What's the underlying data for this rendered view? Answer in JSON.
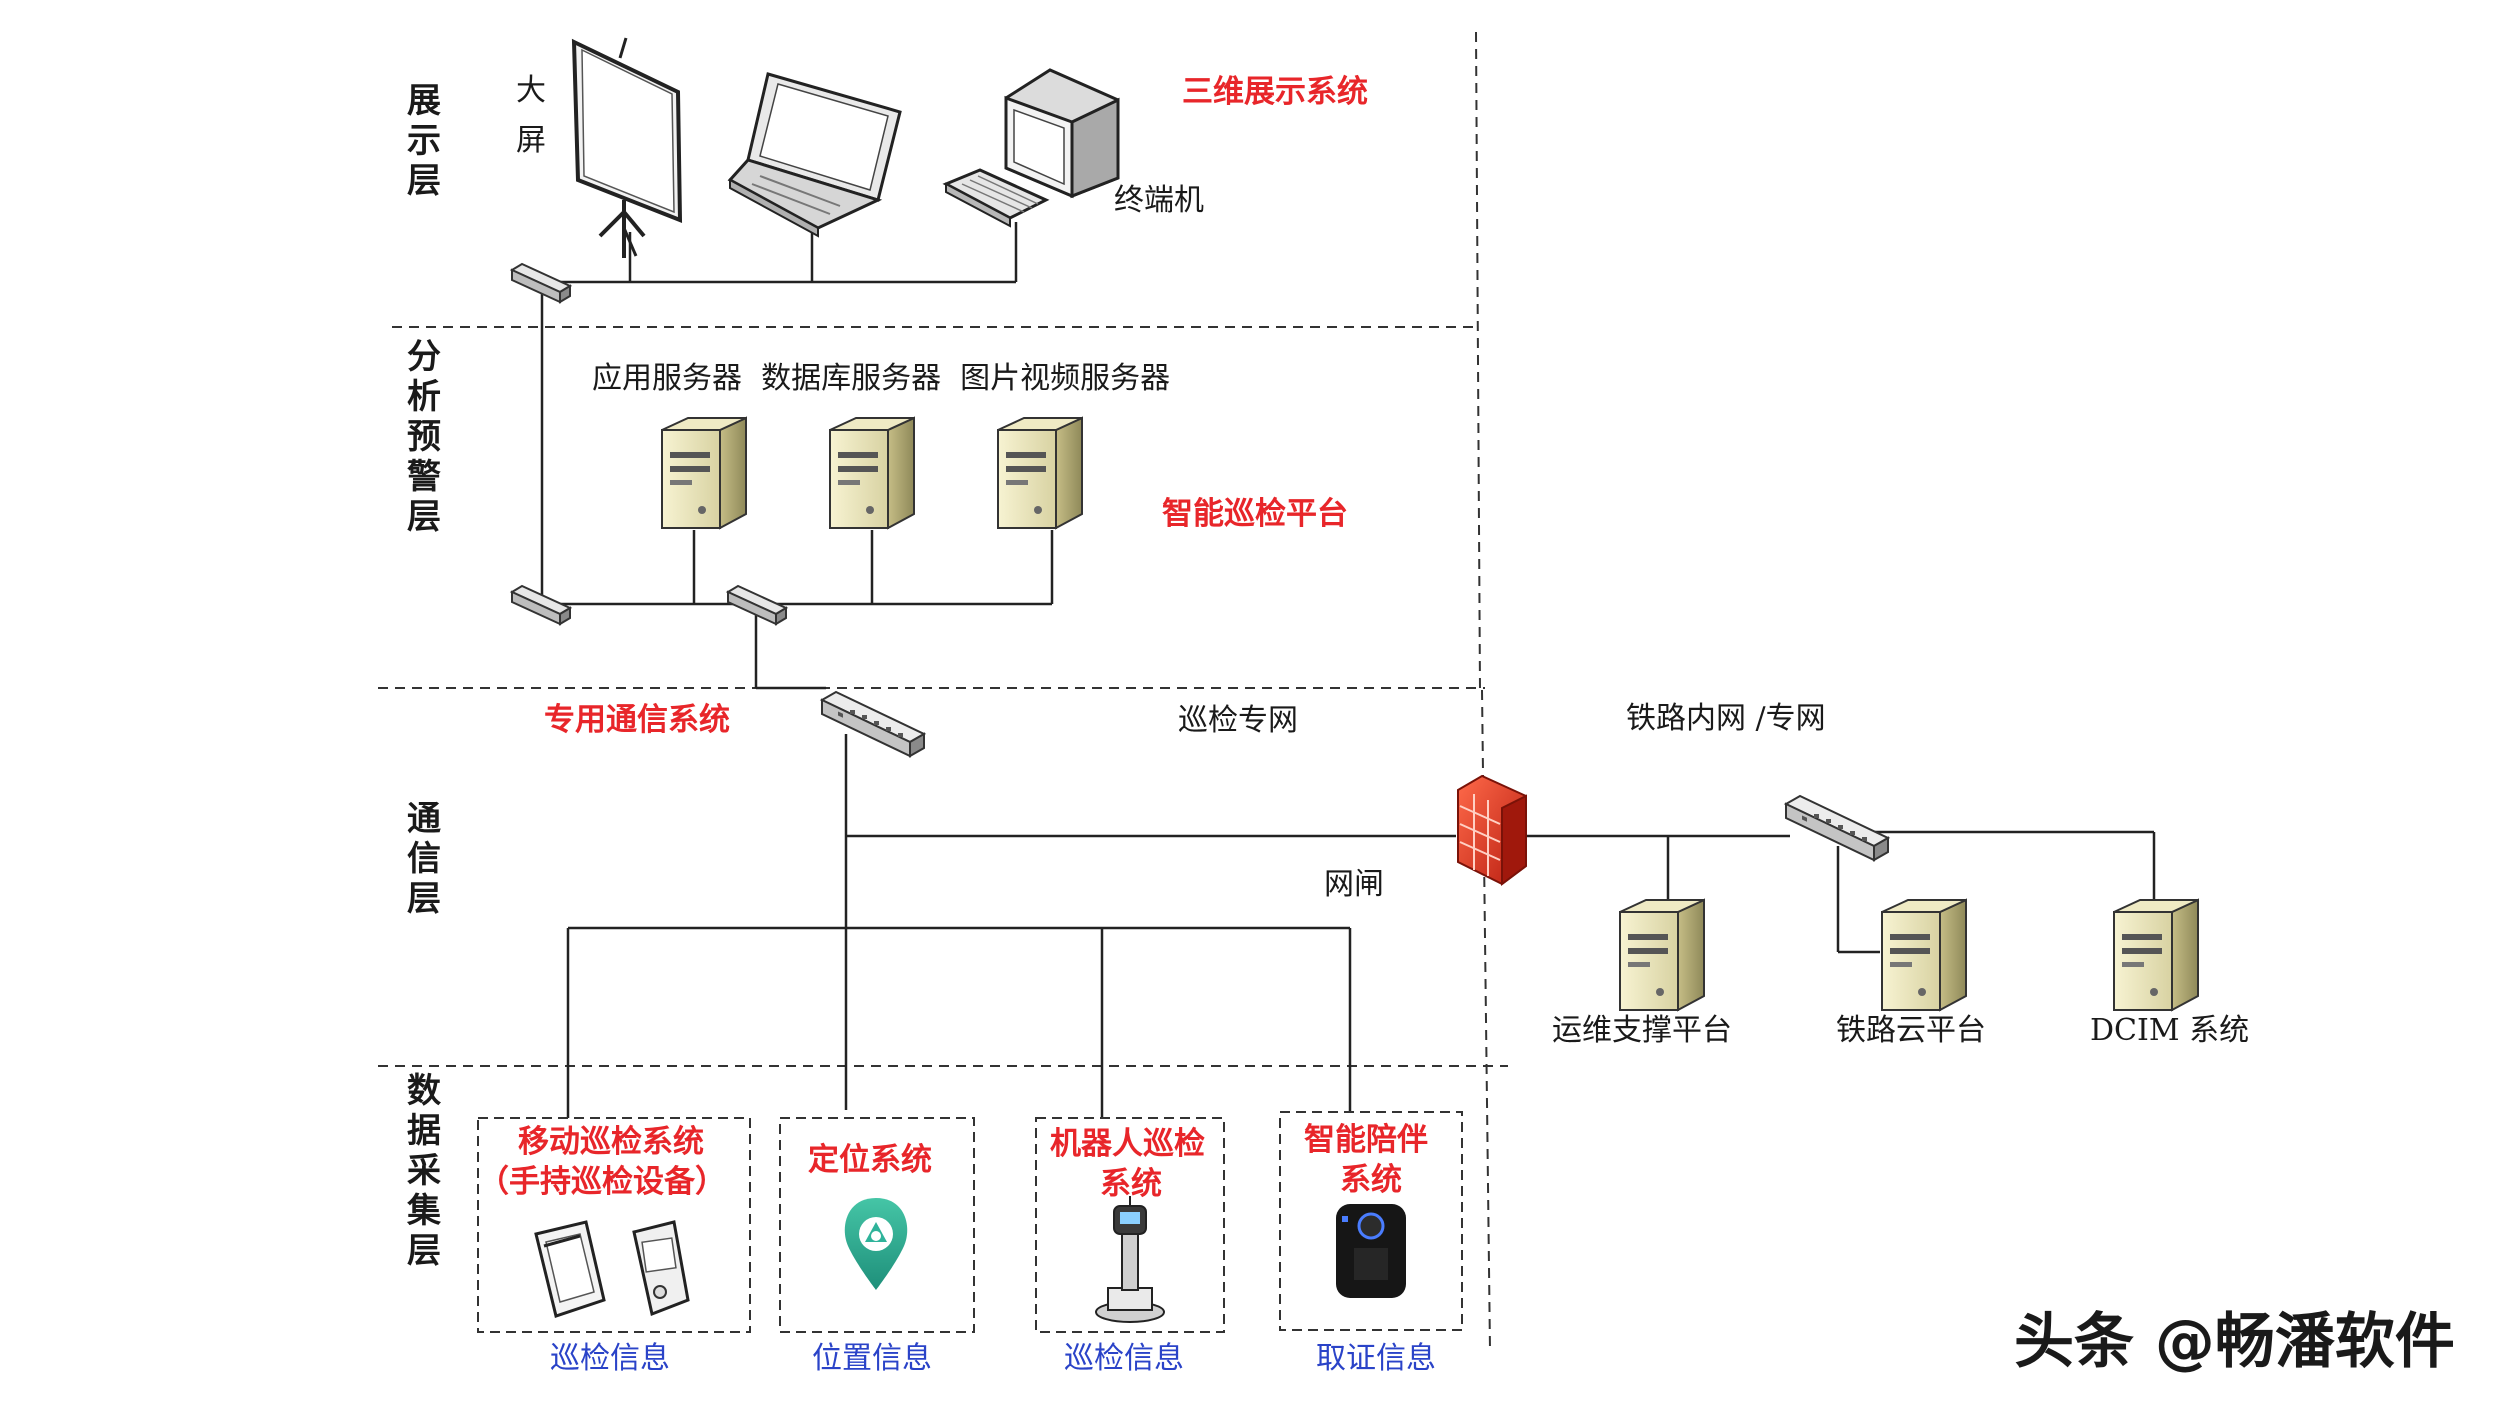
{
  "layers": {
    "display": "展示层",
    "analysis": "分析预警层",
    "comm": "通信层",
    "data": "数据采集层"
  },
  "display": {
    "big_screen": "大屏",
    "terminal": "终端机",
    "system": "三维展示系统"
  },
  "analysis": {
    "servers_caption": "应用服务器  数据库服务器  图片视频服务器",
    "platform": "智能巡检平台"
  },
  "comm": {
    "dedicated": "专用通信系统",
    "patrol_net": "巡检专网",
    "rail_net": "铁路内网 /专网",
    "gate": "网闸",
    "ops_platform": "运维支撑平台",
    "rail_cloud": "铁路云平台",
    "dcim": "DCIM 系统"
  },
  "data_sources": [
    {
      "line1": "移动巡检系统",
      "line2": "（手持巡检设备）",
      "info": "巡检信息"
    },
    {
      "line1": "定位系统",
      "line2": "",
      "info": "位置信息"
    },
    {
      "line1": "机器人巡检",
      "line2": "系统",
      "info": "巡检信息"
    },
    {
      "line1": "智能陪伴",
      "line2": "系统",
      "info": "取证信息"
    }
  ],
  "watermark": "头条 @畅潘软件",
  "colors": {
    "accent_red": "#e8262a",
    "info_blue": "#2a43c8",
    "location_teal": "#2fb39a"
  }
}
